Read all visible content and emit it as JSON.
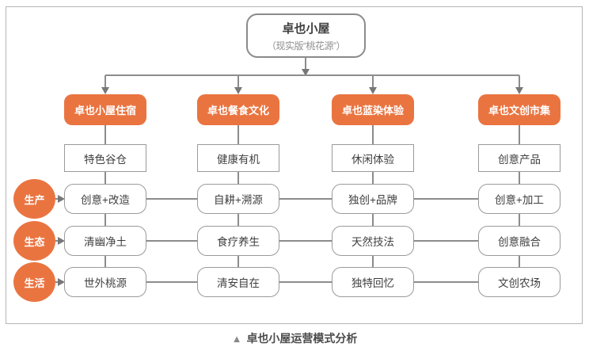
{
  "root": {
    "title": "卓也小屋",
    "subtitle": "（现实版“桃花源”）"
  },
  "row_labels": [
    {
      "label": "生产"
    },
    {
      "label": "生态"
    },
    {
      "label": "生活"
    }
  ],
  "columns": [
    {
      "header": "卓也小屋住宿",
      "feature": "特色谷仓",
      "cells": [
        "创意+改造",
        "清幽净土",
        "世外桃源"
      ]
    },
    {
      "header": "卓也餐食文化",
      "feature": "健康有机",
      "cells": [
        "自耕+溯源",
        "食疗养生",
        "清安自在"
      ]
    },
    {
      "header": "卓也蓝染体验",
      "feature": "休闲体验",
      "cells": [
        "独创+品牌",
        "天然技法",
        "独特回忆"
      ]
    },
    {
      "header": "卓也文创市集",
      "feature": "创意产品",
      "cells": [
        "创意+加工",
        "创意融合",
        "文创农场"
      ]
    }
  ],
  "caption": {
    "marker": "▲",
    "text": "卓也小屋运营模式分析"
  },
  "colors": {
    "accent": "#EA7440",
    "line": "#8C8C8C",
    "box_border": "#9A9A9A",
    "text_dark": "#3F3F3F",
    "text_muted": "#8F8F8F"
  }
}
